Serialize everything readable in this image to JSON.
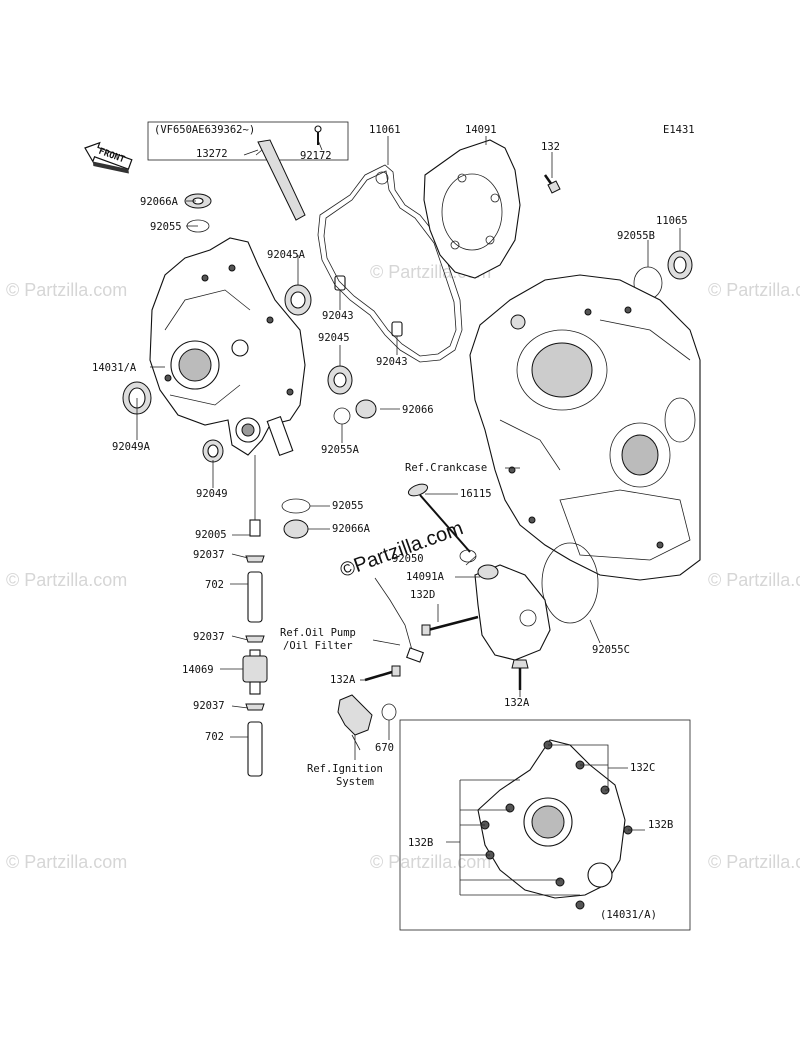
{
  "diagram_code": "E1431",
  "front_label": "FRONT",
  "serial_note": "(VF650AE639362~)",
  "inset_label": "(14031/A)",
  "copyright": "©Partzilla.com",
  "watermark": "© Partzilla.com",
  "callouts": {
    "p13272": "13272",
    "p92172": "92172",
    "p92066A": "92066A",
    "p92055_top": "92055",
    "p14031A": "14031/A",
    "p92049A": "92049A",
    "p92049": "92049",
    "p92005": "92005",
    "p92037_1": "92037",
    "p702_1": "702",
    "p92037_2": "92037",
    "p14069": "14069",
    "p92037_3": "92037",
    "p702_2": "702",
    "p11061": "11061",
    "p14091": "14091",
    "p132": "132",
    "p11065": "11065",
    "p92055B": "92055B",
    "p92045A": "92045A",
    "p92043_1": "92043",
    "p92043_2": "92043",
    "p92045": "92045",
    "p92066": "92066",
    "p92055A": "92055A",
    "ref_crankcase": "Ref.Crankcase",
    "p16115": "16115",
    "p92055_mid": "92055",
    "p92066A_mid": "92066A",
    "p92055C": "92055C",
    "p92050": "92050",
    "p14091A": "14091A",
    "p132D": "132D",
    "ref_oil_pump_1": "Ref.Oil Pump",
    "ref_oil_pump_2": "/Oil Filter",
    "p132A_1": "132A",
    "p132A_2": "132A",
    "p670": "670",
    "ref_ignition_1": "Ref.Ignition",
    "ref_ignition_2": "System",
    "p132C": "132C",
    "p132B_right": "132B",
    "p132B_left": "132B"
  }
}
